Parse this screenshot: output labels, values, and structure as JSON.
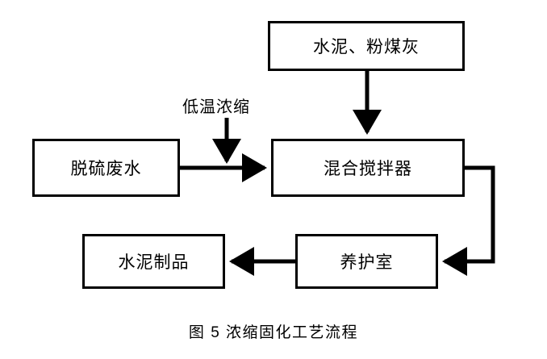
{
  "figure": {
    "caption": "图 5  浓缩固化工艺流程",
    "line_color": "#000000",
    "background": "#ffffff"
  },
  "nodes": {
    "cement_flyash": "水泥、粉煤灰",
    "desulfurization_wastewater": "脱硫废水",
    "mixer": "混合搅拌器",
    "curing_room": "养护室",
    "cement_product": "水泥制品"
  },
  "labels": {
    "low_temp_concentration": "低温浓缩"
  },
  "flow_data": {
    "type": "process-flow",
    "edges": [
      {
        "from": "cement_flyash",
        "to": "mixer",
        "direction": "down",
        "label": ""
      },
      {
        "from": "desulfurization_wastewater",
        "to": "mixer",
        "direction": "right",
        "label": "低温浓缩"
      },
      {
        "from": "low_temp_concentration_label",
        "to": "wastewater_line",
        "direction": "down",
        "label": ""
      },
      {
        "from": "mixer",
        "to": "curing_room",
        "direction": "right-down-left",
        "label": ""
      },
      {
        "from": "curing_room",
        "to": "cement_product",
        "direction": "left",
        "label": ""
      }
    ]
  }
}
